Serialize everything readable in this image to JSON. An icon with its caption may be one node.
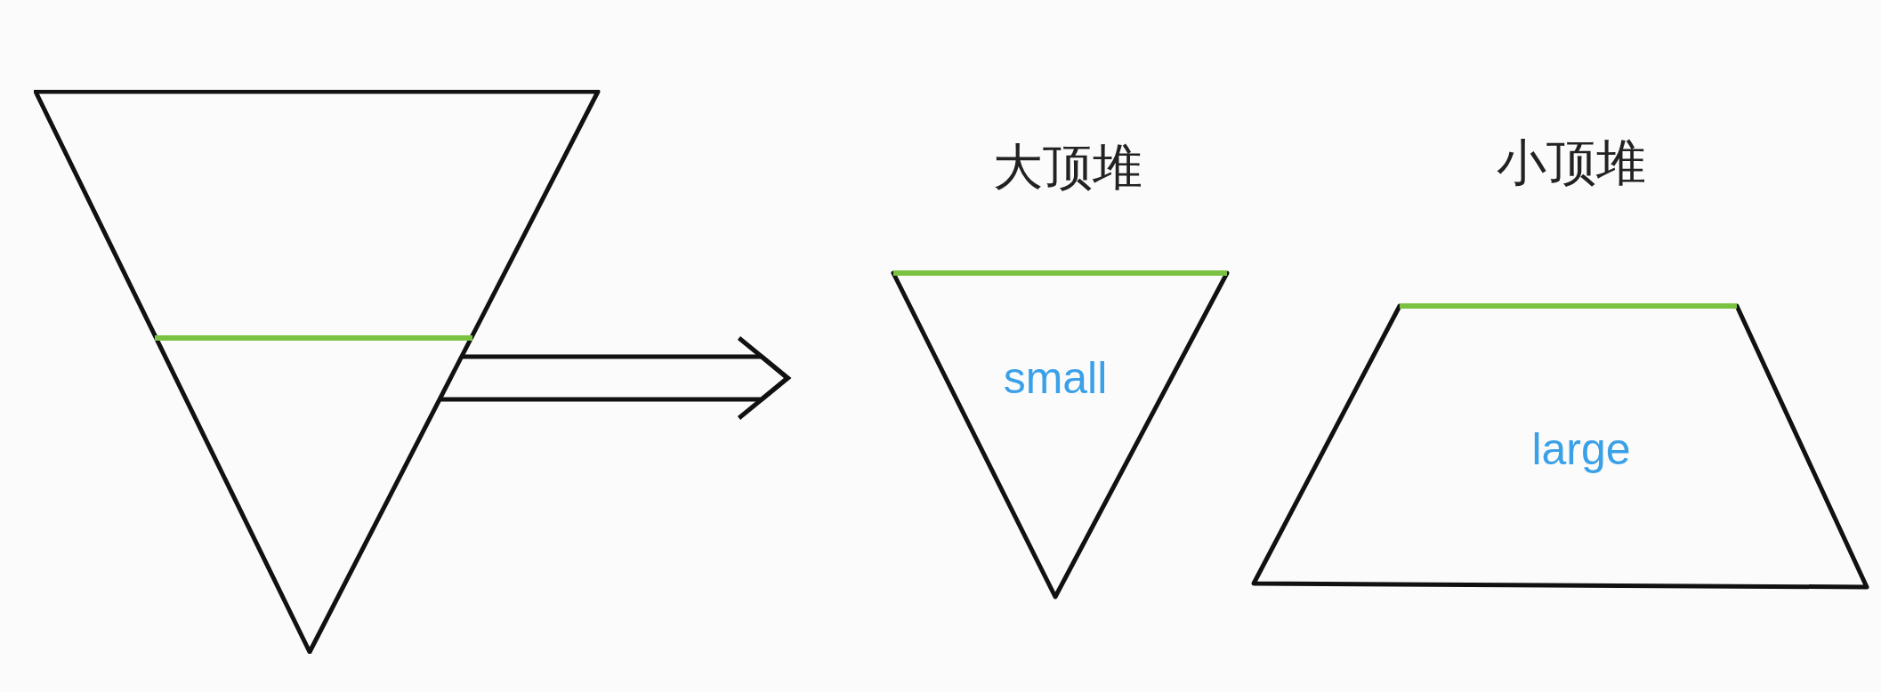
{
  "diagram": {
    "nodes": [
      {
        "text": [],
        "shape": "triangle"
      },
      {
        "text": [
          "大顶堆",
          "small"
        ]
      },
      {
        "text": [
          "小顶堆",
          "large"
        ]
      }
    ],
    "edges": [
      {
        "from": 0,
        "to": 1,
        "arrow": "to"
      }
    ]
  }
}
